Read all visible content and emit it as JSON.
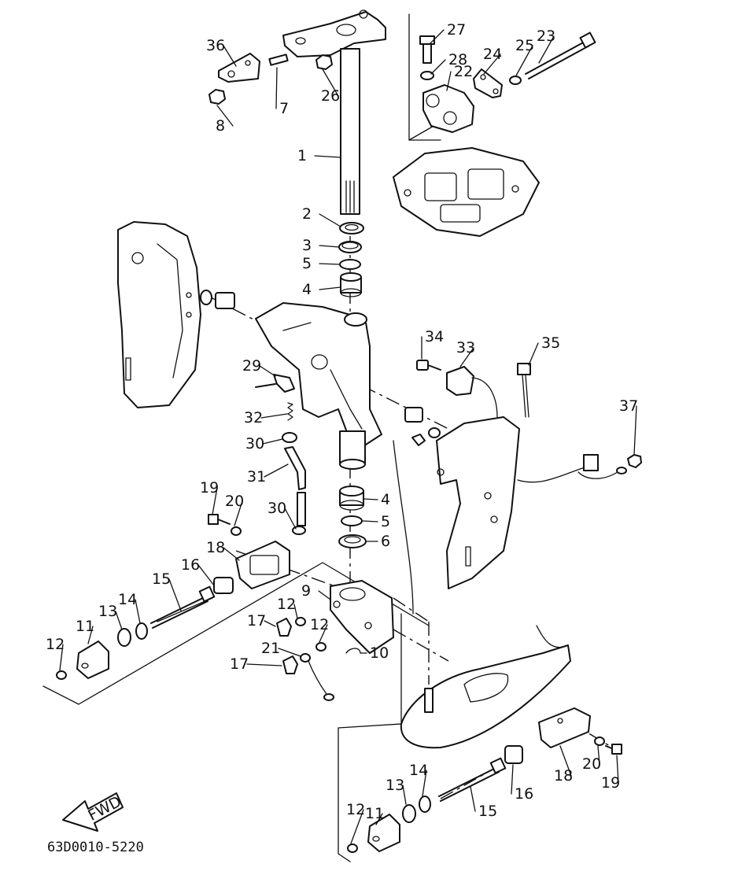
{
  "parts": [
    {
      "key": "p1",
      "label": "1"
    },
    {
      "key": "p2",
      "label": "2"
    },
    {
      "key": "p3",
      "label": "3"
    },
    {
      "key": "p4a",
      "label": "4"
    },
    {
      "key": "p4b",
      "label": "4"
    },
    {
      "key": "p5a",
      "label": "5"
    },
    {
      "key": "p5b",
      "label": "5"
    },
    {
      "key": "p6",
      "label": "6"
    },
    {
      "key": "p7",
      "label": "7"
    },
    {
      "key": "p8",
      "label": "8"
    },
    {
      "key": "p9",
      "label": "9"
    },
    {
      "key": "p10",
      "label": "10"
    },
    {
      "key": "p11a",
      "label": "11"
    },
    {
      "key": "p11b",
      "label": "11"
    },
    {
      "key": "p12a",
      "label": "12"
    },
    {
      "key": "p12b",
      "label": "12"
    },
    {
      "key": "p12c",
      "label": "12"
    },
    {
      "key": "p12d",
      "label": "12"
    },
    {
      "key": "p13a",
      "label": "13"
    },
    {
      "key": "p13b",
      "label": "13"
    },
    {
      "key": "p14a",
      "label": "14"
    },
    {
      "key": "p14b",
      "label": "14"
    },
    {
      "key": "p15a",
      "label": "15"
    },
    {
      "key": "p15b",
      "label": "15"
    },
    {
      "key": "p16a",
      "label": "16"
    },
    {
      "key": "p16b",
      "label": "16"
    },
    {
      "key": "p17a",
      "label": "17"
    },
    {
      "key": "p17b",
      "label": "17"
    },
    {
      "key": "p18a",
      "label": "18"
    },
    {
      "key": "p18b",
      "label": "18"
    },
    {
      "key": "p19a",
      "label": "19"
    },
    {
      "key": "p19b",
      "label": "19"
    },
    {
      "key": "p20a",
      "label": "20"
    },
    {
      "key": "p20b",
      "label": "20"
    },
    {
      "key": "p21",
      "label": "21"
    },
    {
      "key": "p22",
      "label": "22"
    },
    {
      "key": "p23",
      "label": "23"
    },
    {
      "key": "p24",
      "label": "24"
    },
    {
      "key": "p25",
      "label": "25"
    },
    {
      "key": "p26",
      "label": "26"
    },
    {
      "key": "p27",
      "label": "27"
    },
    {
      "key": "p28",
      "label": "28"
    },
    {
      "key": "p29",
      "label": "29"
    },
    {
      "key": "p30a",
      "label": "30"
    },
    {
      "key": "p30b",
      "label": "30"
    },
    {
      "key": "p31",
      "label": "31"
    },
    {
      "key": "p32",
      "label": "32"
    },
    {
      "key": "p33",
      "label": "33"
    },
    {
      "key": "p34",
      "label": "34"
    },
    {
      "key": "p35",
      "label": "35"
    },
    {
      "key": "p36",
      "label": "36"
    },
    {
      "key": "p37",
      "label": "37"
    }
  ],
  "direction_arrow": "FWD",
  "drawing_code": "63D0010-5220"
}
